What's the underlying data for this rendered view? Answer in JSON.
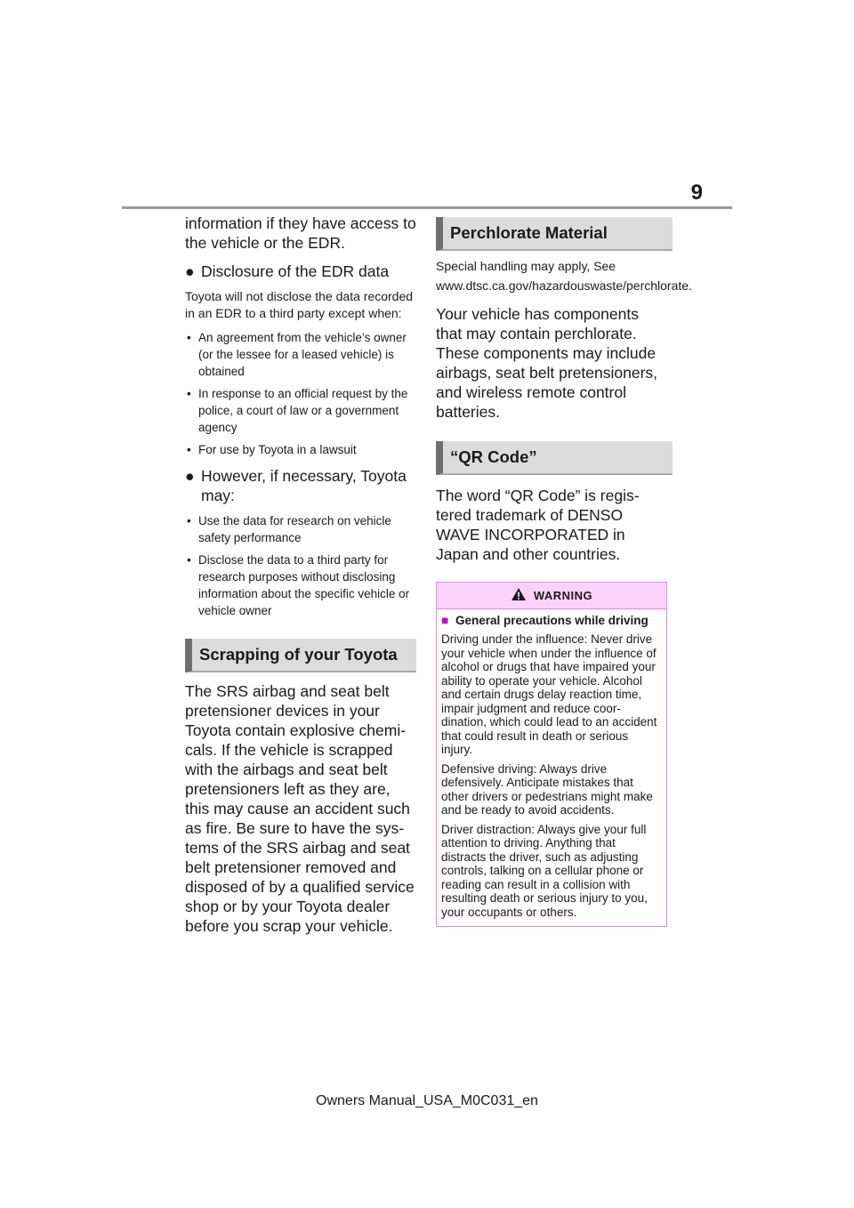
{
  "page_number": "9",
  "left_column": {
    "intro_text": "information if they have access to the vehicle or the EDR.",
    "disclosure_heading": "Disclosure of the EDR data",
    "disclosure_text": "Toyota will not disclose the data recorded in an EDR to a third party except when:",
    "disclosure_bullets": [
      "An agreement from the vehicle’s owner (or the lessee for a leased vehicle) is obtained",
      "In response to an official request by the police, a court of law or a government agency",
      "For use by Toyota in a lawsuit"
    ],
    "however_heading": "However, if necessary, Toy­ota may:",
    "however_bullets": [
      "Use the data for research on vehicle safety performance",
      "Disclose the data to a third party for research purposes without disclosing information about the specific vehicle or vehicle owner"
    ],
    "scrapping_heading": "Scrapping of your Toyota",
    "scrapping_text": "The SRS airbag and seat belt pretensioner devices in your Toyota contain explosive chemi­cals. If the vehicle is scrapped with the airbags and seat belt pretensioners left as they are, this may cause an accident such as fire. Be sure to have the sys­tems of the SRS airbag and seat belt pretensioner removed and disposed of by a qualified ser­vice shop or by your Toyota dealer before you scrap your vehicle."
  },
  "right_column": {
    "perchlorate_heading": "Perchlorate Material",
    "perchlorate_note": "Special handling may apply, See www.dtsc.ca.gov/hazardouswaste/perchlorate.",
    "perchlorate_text": "Your vehicle has components that may contain perchlorate. These components may include airbags, seat belt pretension­ers, and wireless remote control batteries.",
    "qr_heading": "“QR Code”",
    "qr_text": "The word “QR Code” is regis­tered trademark of DENSO WAVE INCORPORATED in Japan and other countries.",
    "warning": {
      "label": "WARNING",
      "subheading": "General precautions while driving",
      "paragraphs": [
        "Driving under the influence: Never drive your vehicle when under the influence of alcohol or drugs that have impaired your ability to oper­ate your vehicle. Alcohol and cer­tain drugs delay reaction time, impair judgment and reduce coor­dination, which could lead to an accident that could result in death or serious injury.",
        "Defensive driving: Always drive defensively. Anticipate mistakes that other drivers or pedestrians might make and be ready to avoid accidents.",
        "Driver distraction: Always give your full attention to driving. Any­thing that distracts the driver, such as adjusting controls, talking on a cellular phone or reading can result in a collision with resulting death or serious injury to you, your occupants or others."
      ]
    }
  },
  "footer": "Owners Manual_USA_M0C031_en",
  "colors": {
    "heading_bg": "#dcdcdc",
    "heading_bar": "#6f6f6f",
    "warning_bg": "#fcd2fc",
    "warning_border": "#e088e0",
    "warning_square": "#d000d0"
  },
  "icons": {
    "warning": "warning-triangle-icon",
    "bullet": "filled-circle-bullet",
    "square": "filled-square-bullet"
  }
}
